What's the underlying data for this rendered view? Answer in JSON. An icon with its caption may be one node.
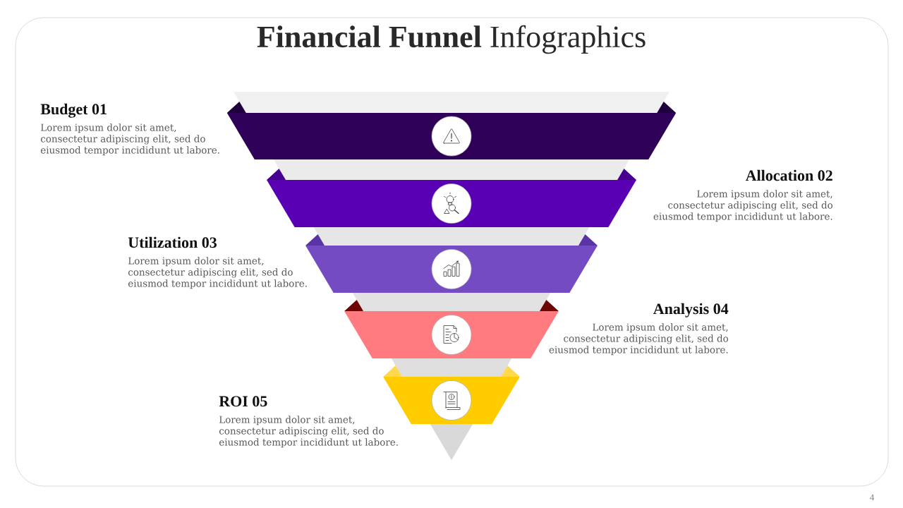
{
  "diagram": {
    "title": "**Financial Funnel** Infographics",
    "nodes": [
      {
        "text": [],
        "shape": "bar",
        "beside": [
          "Budget 01",
          "Lorem ipsum dolor sit amet, consectetur adipiscing elit, sed do eiusmod tempor incididunt ut labore."
        ]
      },
      {
        "text": [],
        "shape": "bar",
        "beside": [
          "Allocation 02",
          "Lorem ipsum dolor sit amet, consectetur adipiscing elit, sed do eiusmod tempor incididunt ut labore."
        ]
      },
      {
        "text": [],
        "shape": "bar",
        "beside": [
          "Utilization 03",
          "Lorem ipsum dolor sit amet, consectetur adipiscing elit, sed do eiusmod tempor incididunt ut labore."
        ]
      },
      {
        "text": [],
        "shape": "bar",
        "beside": [
          "Analysis 04",
          "Lorem ipsum dolor sit amet, consectetur adipiscing elit, sed do eiusmod tempor incididunt ut labore."
        ]
      },
      {
        "text": [],
        "shape": "bar",
        "beside": [
          "ROI 05",
          "Lorem ipsum dolor sit amet, consectetur adipiscing elit, sed do eiusmod tempor incididunt ut labore."
        ]
      }
    ],
    "labels": [
      "4"
    ]
  }
}
